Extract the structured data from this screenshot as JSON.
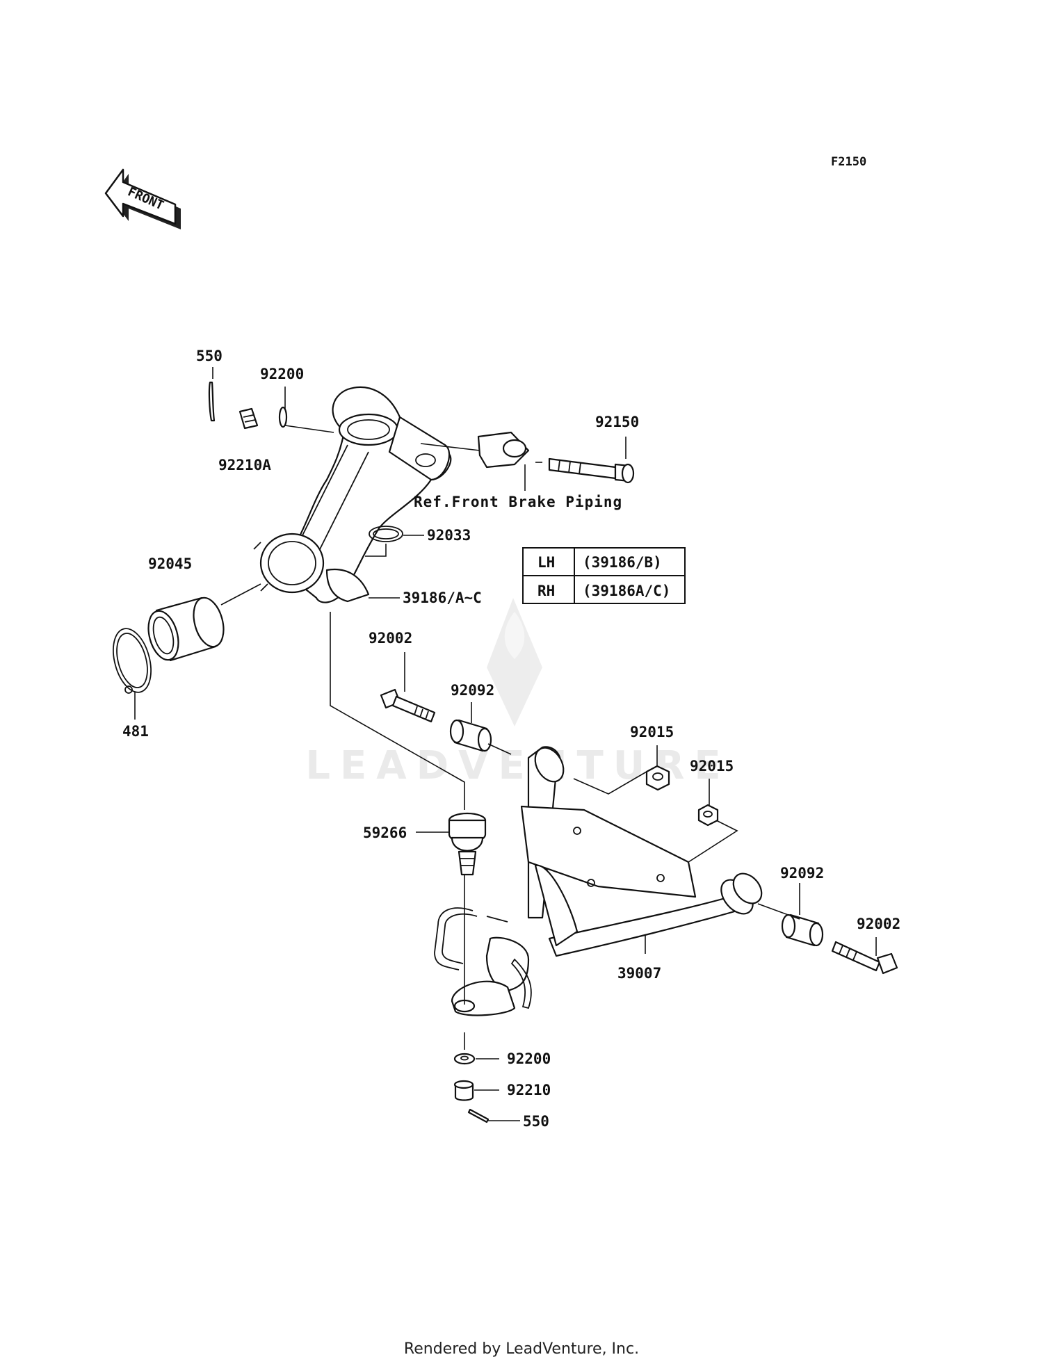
{
  "diagram_code": "F2150",
  "front_arrow": {
    "label": "FRONT",
    "icon": "front-direction-arrow-icon"
  },
  "reference_note": "Ref.Front Brake Piping",
  "callouts": {
    "cotter_pin_top": "550",
    "washer_top": "92200",
    "castle_nut_top": "92210A",
    "pinch_bolt": "92150",
    "snap_ring_small": "92033",
    "knuckle": "39186/A~C",
    "bearing": "92045",
    "circlip": "481",
    "bolt_left": "92002",
    "bushing_left": "92092",
    "nut_left": "92015",
    "nut_right": "92015",
    "ball_joint": "59266",
    "bushing_right": "92092",
    "bolt_right": "92002",
    "a_arm": "39007",
    "washer_bottom": "92200",
    "castle_nut_bottom": "92210",
    "cotter_pin_bottom": "550"
  },
  "side_table": {
    "rows": [
      {
        "side": "LH",
        "part": "(39186/B)"
      },
      {
        "side": "RH",
        "part": "(39186A/C)"
      }
    ]
  },
  "watermark": "LEADVENTURE",
  "footer": "Rendered by LeadVenture, Inc."
}
